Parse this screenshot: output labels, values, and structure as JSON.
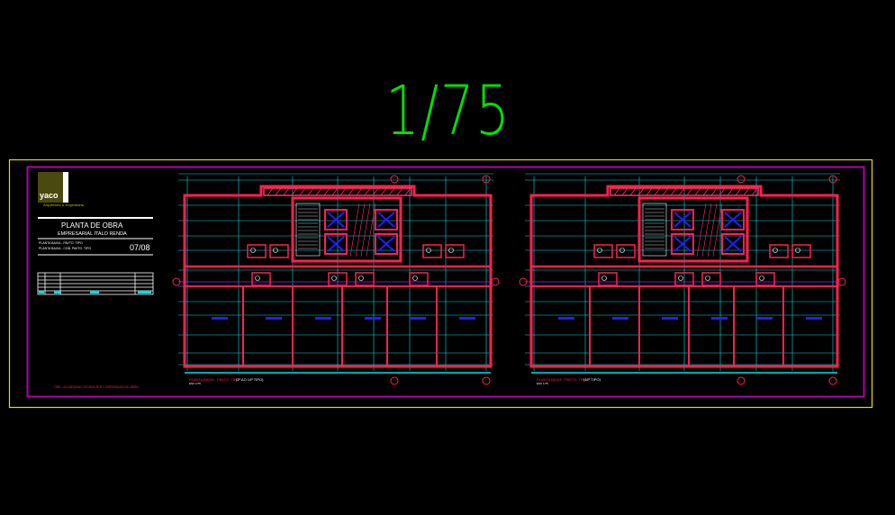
{
  "drawing": {
    "scale_label": "1/75",
    "colors": {
      "background": "#000000",
      "sheet_border": "#e0e000",
      "inner_border": "#b000b0",
      "walls": "#ff2050",
      "dimensions": "#00e0e0",
      "scale_text": "#00e000",
      "hatch": "#ff3060",
      "elevator": "#2020ff"
    }
  },
  "title_block": {
    "logo_text": "yaco",
    "logo_subtitle": "Arquitetura & Engenharia",
    "title": "PLANTA DE OBRA",
    "project": "EMPRESARIAL ÍTALO RENDA",
    "sheet_number": "07/08",
    "sheet_list": [
      "PLANTA BAIXA - PAVTO. TIPO",
      "PLANTA BAIXA - COB. PAVTO. TIPO"
    ],
    "note": "OBS.: AS MEDIDAS DEVEM SER CONFERIDAS NA OBRA"
  },
  "plans": [
    {
      "title": "PLANTA BAIXA - PAVTO. TIPO",
      "subtitle": "(1º AO 14º TIPO)",
      "scale": "ESC 1/75"
    },
    {
      "title": "PLANTA BAIXA - PAVTO. TIPO",
      "subtitle": "(15º TIPO)",
      "scale": "ESC 1/75"
    }
  ]
}
